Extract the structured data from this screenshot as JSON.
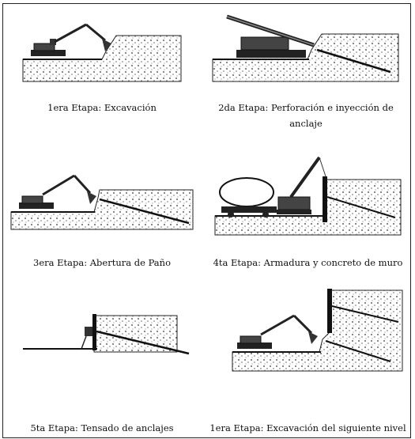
{
  "stages": [
    {
      "id": "stage-1",
      "caption_lines": [
        "1era Etapa: Excavación"
      ]
    },
    {
      "id": "stage-2",
      "caption_lines": [
        "2da Etapa: Perforación e inyección de",
        "anclaje"
      ]
    },
    {
      "id": "stage-3",
      "caption_lines": [
        "3era Etapa: Abertura de Paño"
      ]
    },
    {
      "id": "stage-4",
      "caption_lines": [
        "4ta Etapa: Armadura y concreto de muro"
      ]
    },
    {
      "id": "stage-5",
      "caption_lines": [
        "5ta Etapa: Tensado de anclajes"
      ]
    },
    {
      "id": "stage-6",
      "caption_lines": [
        "1era Etapa: Excavación del siguiente nivel"
      ]
    }
  ]
}
